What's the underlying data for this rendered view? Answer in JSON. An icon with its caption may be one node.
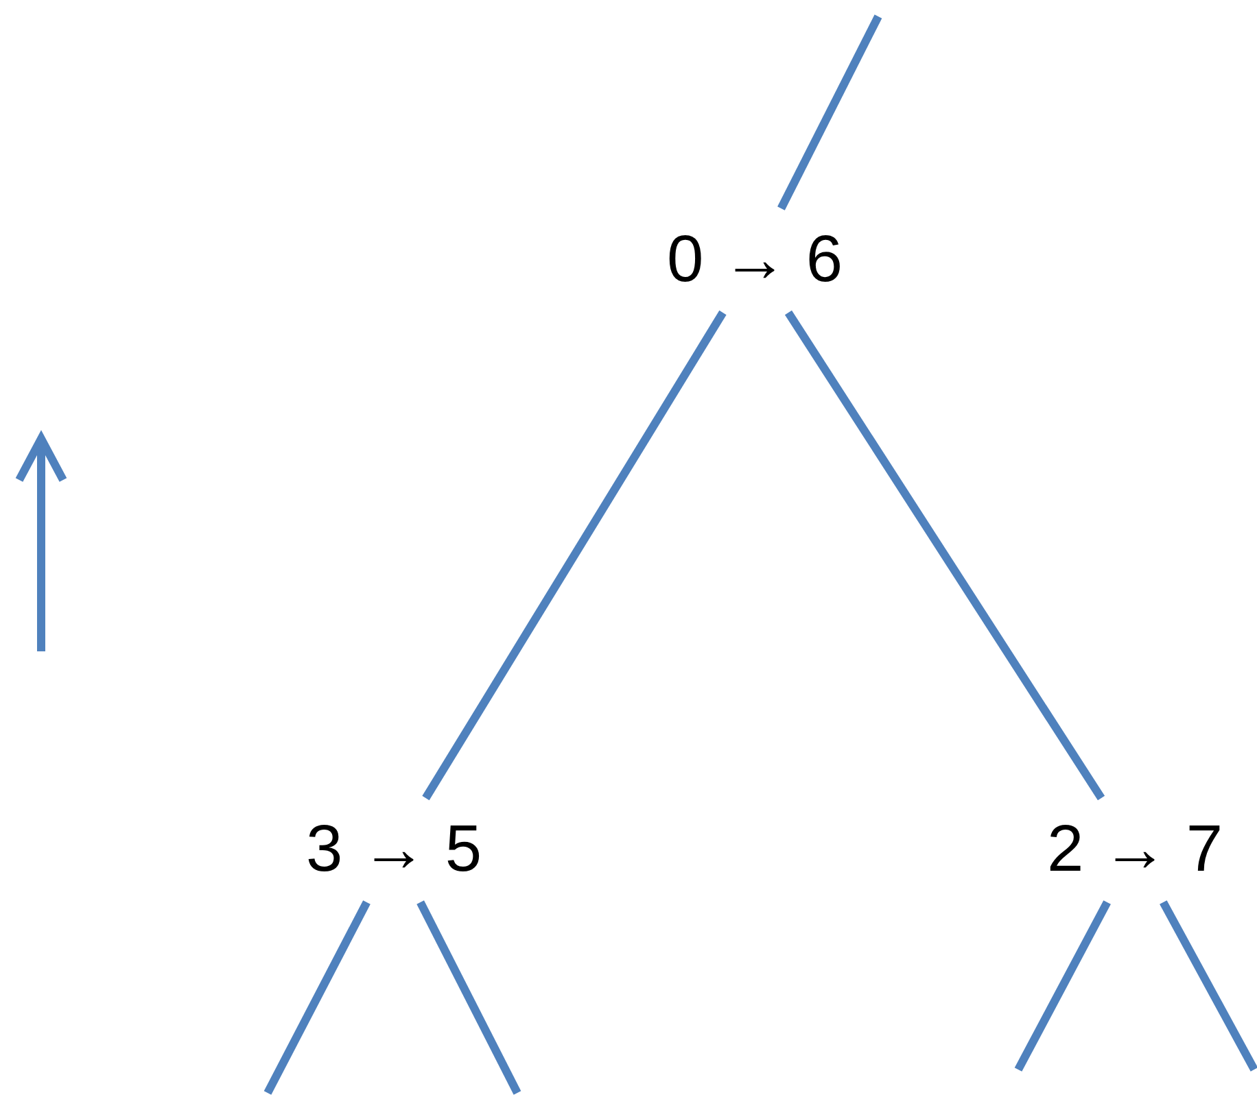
{
  "diagram": {
    "nodes": [
      {
        "text": [
          "0 → 6"
        ]
      },
      {
        "text": [
          "3 → 5"
        ]
      },
      {
        "text": [
          "2 → 7"
        ]
      }
    ],
    "edges": [
      {
        "from": null,
        "to": 0,
        "arrow": "none"
      },
      {
        "from": 0,
        "to": 1,
        "arrow": "none"
      },
      {
        "from": 0,
        "to": 2,
        "arrow": "none"
      },
      {
        "from": 1,
        "to": null,
        "arrow": "none"
      },
      {
        "from": 1,
        "to": null,
        "arrow": "none"
      },
      {
        "from": 2,
        "to": null,
        "arrow": "none"
      },
      {
        "from": 2,
        "to": null,
        "arrow": "none"
      }
    ]
  }
}
